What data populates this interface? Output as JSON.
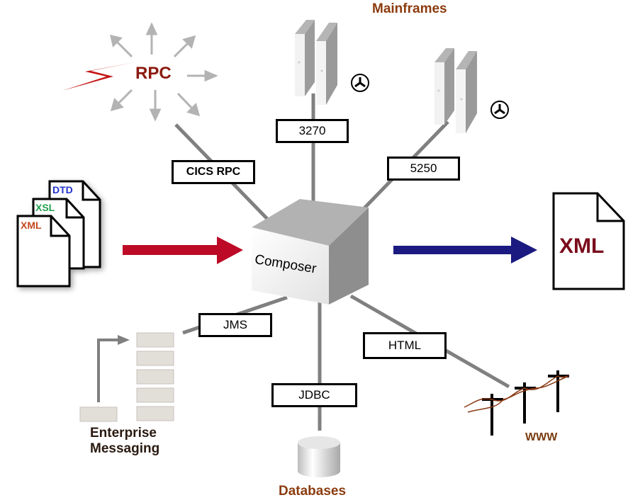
{
  "diagram": {
    "center": {
      "label": "Composer"
    },
    "captions": {
      "mainframes": "Mainframes",
      "enterprise_messaging_line1": "Enterprise",
      "enterprise_messaging_line2": "Messaging",
      "databases": "Databases",
      "www": "WWW",
      "rpc": "RPC"
    },
    "connections": [
      {
        "id": "cics-rpc",
        "label": "CICS RPC",
        "target": "RPC"
      },
      {
        "id": "3270",
        "label": "3270",
        "target": "Mainframes"
      },
      {
        "id": "5250",
        "label": "5250",
        "target": "Mainframes"
      },
      {
        "id": "jms",
        "label": "JMS",
        "target": "Enterprise Messaging"
      },
      {
        "id": "jdbc",
        "label": "JDBC",
        "target": "Databases"
      },
      {
        "id": "html",
        "label": "HTML",
        "target": "WWW"
      }
    ],
    "input_documents": [
      "DTD",
      "XSL",
      "XML"
    ],
    "output_document": "XML",
    "colors": {
      "input_arrow": "#bd0a26",
      "output_arrow": "#1a1a80",
      "caption_brown": "#8b3c0f",
      "rpc_text": "#8b1a10",
      "dtd": "#2233cc",
      "xsl": "#22a050",
      "xml_in": "#c44a1e",
      "xml_out": "#7a0a1a",
      "messaging_caption": "#2a1a10"
    }
  }
}
